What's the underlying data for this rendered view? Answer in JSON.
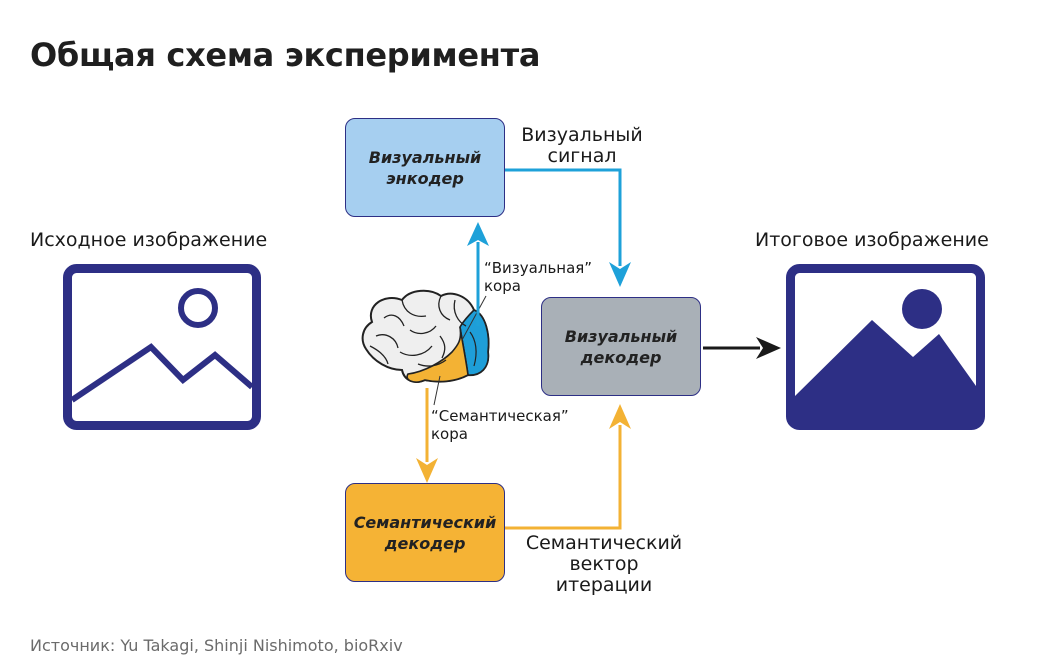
{
  "title": "Общая схема эксперимента",
  "source_label": "Источник: Yu Takagi, Shinji Nishimoto, bioRxiv",
  "input_image": {
    "label": "Исходное изображение"
  },
  "output_image": {
    "label": "Итоговое изображение"
  },
  "nodes": {
    "visual_encoder": {
      "line1": "Визуальный",
      "line2": "энкодер",
      "fill": "#a6cff0"
    },
    "visual_decoder": {
      "line1": "Визуальный",
      "line2": "декодер",
      "fill": "#a9b0b7"
    },
    "semantic_decoder": {
      "line1": "Семантический",
      "line2": "декодер",
      "fill": "#f5b335"
    }
  },
  "edge_labels": {
    "visual_signal": {
      "line1": "Визуальный",
      "line2": "сигнал"
    },
    "semantic_vector": {
      "line1": "Семантический",
      "line2": "вектор",
      "line3": "итерации"
    }
  },
  "cortex_labels": {
    "visual": {
      "line1": "“Визуальная”",
      "line2": "кора"
    },
    "semantic": {
      "line1": "“Семантическая”",
      "line2": "кора"
    }
  },
  "colors": {
    "navy": "#2d2f85",
    "blue_arrow": "#1ea1d9",
    "orange_arrow": "#f3b234",
    "black_arrow": "#1a1a1a"
  },
  "icons": {
    "input": "image-outline-icon",
    "output": "image-filled-icon",
    "brain": "brain-icon"
  }
}
